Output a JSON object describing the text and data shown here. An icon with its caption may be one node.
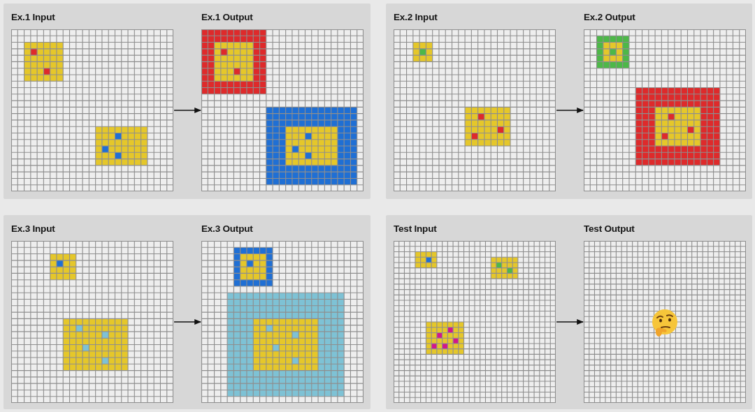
{
  "diagram": {
    "nodes": [
      {
        "text": [],
        "shape": "box"
      },
      {
        "text": [
          "Ex.1 Input"
        ],
        "in": 0
      },
      {
        "text": [
          "Ex.1 Output"
        ],
        "in": 0
      },
      {
        "text": [],
        "shape": "box"
      },
      {
        "text": [
          "Ex.2 Input"
        ],
        "in": 3
      },
      {
        "text": [
          "Ex.2 Output"
        ],
        "in": 3
      },
      {
        "text": [],
        "shape": "box"
      },
      {
        "text": [
          "Ex.3 Input"
        ],
        "in": 6
      },
      {
        "text": [
          "Ex.3 Output"
        ],
        "in": 6
      },
      {
        "text": [],
        "shape": "box"
      },
      {
        "text": [
          "Test Input"
        ],
        "in": 9
      },
      {
        "text": [
          "Test Output"
        ],
        "in": 9
      }
    ],
    "edges": [
      {
        "from": 1,
        "to": 2,
        "arrow": "to"
      },
      {
        "from": 4,
        "to": 5,
        "arrow": "to"
      },
      {
        "from": 7,
        "to": 8,
        "arrow": "to"
      },
      {
        "from": 10,
        "to": 11,
        "arrow": "to"
      }
    ]
  }
}
